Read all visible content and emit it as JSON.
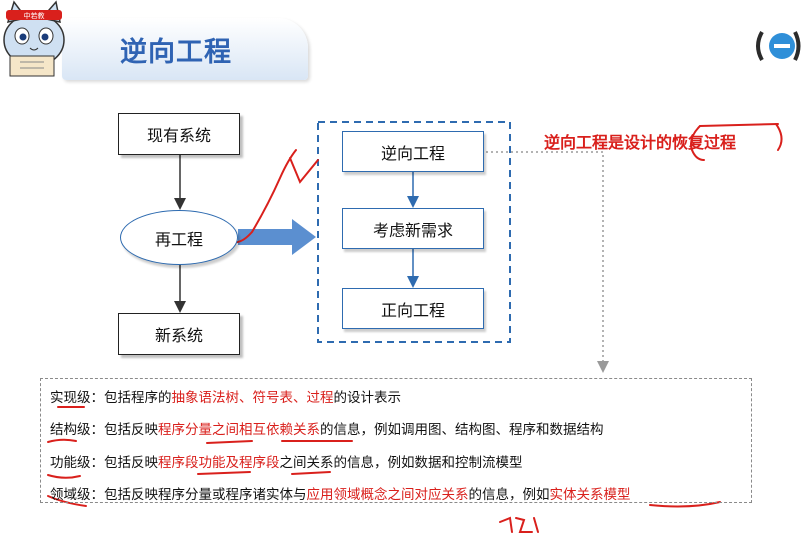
{
  "title": "逆向工程",
  "mascot_badge": "中若教",
  "diagram": {
    "existing_system": "现有系统",
    "reengineering": "再工程",
    "new_system": "新系统",
    "reverse_engineering": "逆向工程",
    "new_requirements": "考虑新需求",
    "forward_engineering": "正向工程"
  },
  "note": "逆向工程是设计的恢复过程",
  "levels": [
    {
      "prefix": "实现级：包括程序的",
      "r1": "抽象语法树、符号表、过程",
      "mid": "的设计表示",
      "r2": "",
      "suffix": ""
    },
    {
      "prefix": "结构级：包括反映",
      "r1": "程序分量之间相互依赖关系",
      "mid": "的信息，例如调用图、结构图、程序和数据结构",
      "r2": "",
      "suffix": ""
    },
    {
      "prefix": "功能级：包括反映",
      "r1": "程序段功能及程序段",
      "mid": "之间关系的信息，例如数据和控制流模型",
      "r2": "",
      "suffix": ""
    },
    {
      "prefix": "领域级：包括反映程序分量或程序诸实体与",
      "r1": "应用领域概念之间对应关系",
      "mid": "的信息，例如",
      "r2": "实体关系模型",
      "suffix": ""
    }
  ],
  "colors": {
    "title": "#2f63b3",
    "red": "#d9201c",
    "blue_border": "#2e6bb0",
    "arrow": "#5b8fd0"
  }
}
